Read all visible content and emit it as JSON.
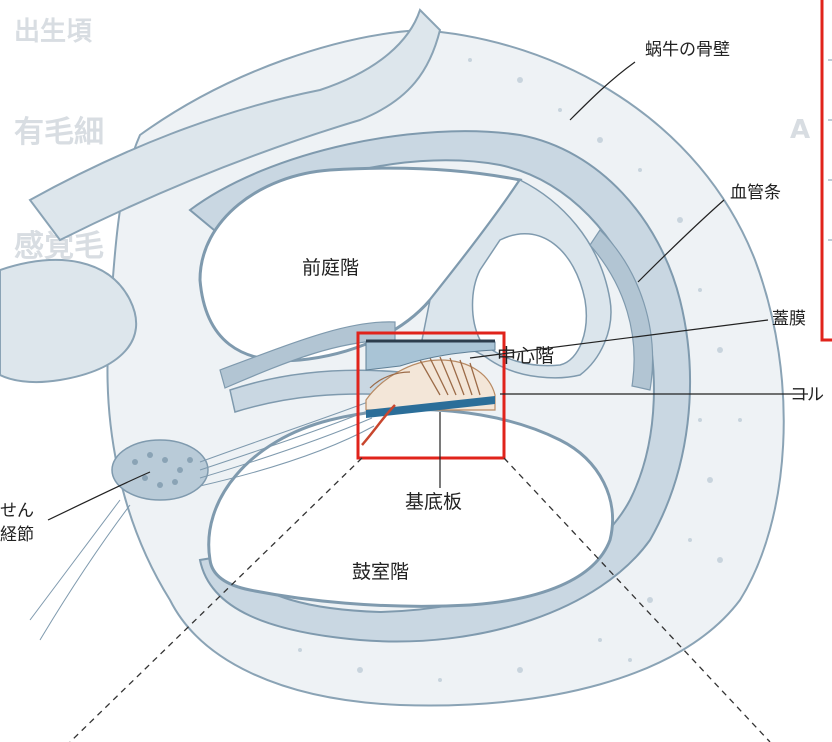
{
  "figure": {
    "labels": {
      "bone_wall": "蜗牛の骨壁",
      "stria_vascularis": "血管条",
      "scala_vestibuli": "前庭階",
      "scala_media": "中心階",
      "tectorial_membrane": "蓋膜",
      "organ_of_corti": "コル",
      "basilar_membrane": "基底板",
      "scala_tympani": "鼓室階",
      "spiral_ganglion_line1": "せん",
      "spiral_ganglion_line2": "経節"
    },
    "background_text": {
      "heading_1": "有毛細",
      "heading_2": "感覚毛",
      "top_fragment": "出生頃",
      "letter_a": "A"
    },
    "colors": {
      "outline": "#7f9aae",
      "duct_fill": "#c9d7e2",
      "duct_fill_dark": "#b2c5d3",
      "bone_fill": "#eef2f5",
      "highlight_box": "#e0231b",
      "basilar_blue": "#2b6e99",
      "nerve_red": "#c8462e",
      "label_text": "#222222",
      "bleed_text": "#d8dde2"
    }
  }
}
